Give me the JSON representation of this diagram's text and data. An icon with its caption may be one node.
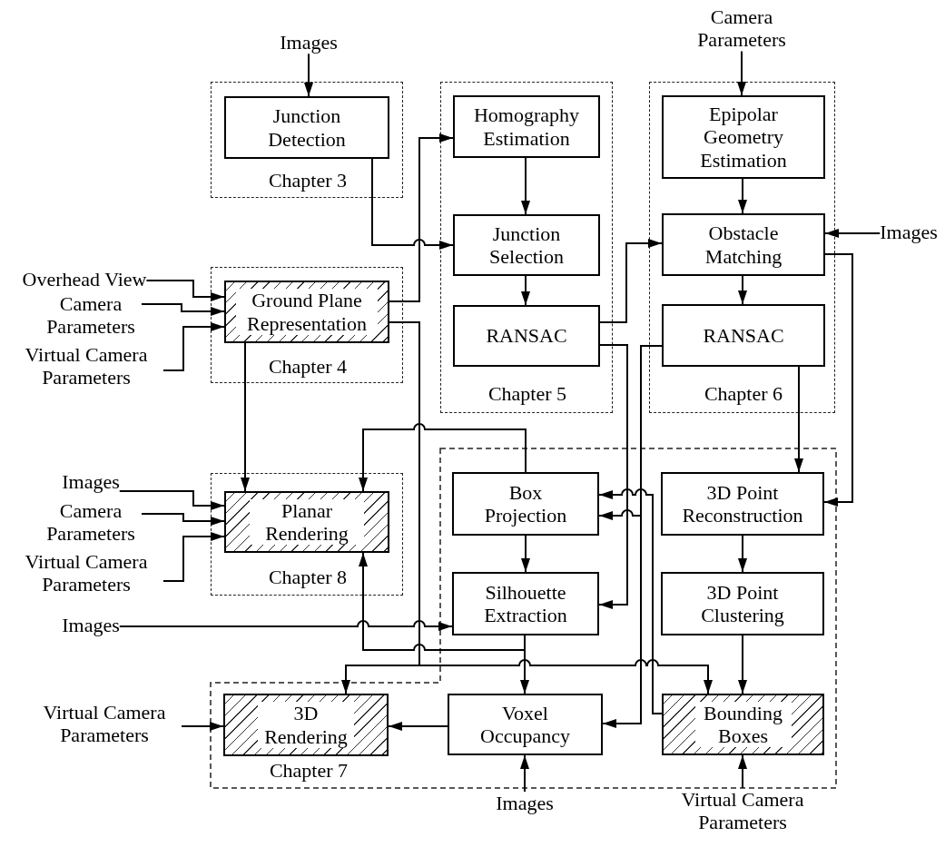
{
  "diagram": {
    "nodes": [
      {
        "text": [
          "Images"
        ]
      },
      {
        "text": [
          "Camera Parameters"
        ]
      },
      {
        "text": [
          "Chapter 3"
        ]
      },
      {
        "text": [
          "Junction Detection"
        ],
        "in": 2
      },
      {
        "text": [
          "Chapter 5"
        ]
      },
      {
        "text": [
          "Homography Estimation"
        ],
        "in": 4
      },
      {
        "text": [
          "Junction Selection"
        ],
        "in": 4
      },
      {
        "text": [
          "RANSAC"
        ],
        "in": 4
      },
      {
        "text": [
          "Chapter 6"
        ]
      },
      {
        "text": [
          "Epipolar Geometry Estimation"
        ],
        "in": 8
      },
      {
        "text": [
          "Obstacle Matching"
        ],
        "in": 8
      },
      {
        "text": [
          "RANSAC"
        ],
        "in": 8
      },
      {
        "text": [
          "Images"
        ]
      },
      {
        "text": [
          "Overhead View"
        ]
      },
      {
        "text": [
          "Camera Parameters"
        ]
      },
      {
        "text": [
          "Virtual Camera Parameters"
        ]
      },
      {
        "text": [
          "Chapter 4"
        ]
      },
      {
        "text": [
          "Ground Plane Representation"
        ],
        "in": 16
      },
      {
        "text": [
          "Images"
        ]
      },
      {
        "text": [
          "Camera Parameters"
        ]
      },
      {
        "text": [
          "Virtual Camera Parameters"
        ]
      },
      {
        "text": [
          "Chapter 8"
        ]
      },
      {
        "text": [
          "Planar Rendering"
        ],
        "in": 21
      },
      {
        "text": [
          "Images"
        ]
      },
      {
        "text": [
          "Chapter 7"
        ]
      },
      {
        "text": [
          "Box Projection"
        ],
        "in": 24
      },
      {
        "text": [
          "3D Point Reconstruction"
        ],
        "in": 24
      },
      {
        "text": [
          "Silhouette Extraction"
        ],
        "in": 24
      },
      {
        "text": [
          "3D Point Clustering"
        ],
        "in": 24
      },
      {
        "text": [
          "Virtual Camera Parameters"
        ]
      },
      {
        "text": [
          "3D Rendering"
        ],
        "in": 24
      },
      {
        "text": [
          "Voxel Occupancy"
        ],
        "in": 24
      },
      {
        "text": [
          "Bounding Boxes"
        ],
        "in": 24
      },
      {
        "text": [
          "Images"
        ]
      },
      {
        "text": [
          "Virtual Camera Parameters"
        ]
      }
    ],
    "edges": [
      {
        "from": 0,
        "to": 3,
        "arrow": "to"
      },
      {
        "from": 1,
        "to": 9,
        "arrow": "to"
      },
      {
        "from": 3,
        "to": 6,
        "arrow": "to"
      },
      {
        "from": 5,
        "to": 6,
        "arrow": "to"
      },
      {
        "from": 6,
        "to": 7,
        "arrow": "to"
      },
      {
        "from": 9,
        "to": 10,
        "arrow": "to"
      },
      {
        "from": 12,
        "to": 10,
        "arrow": "to"
      },
      {
        "from": 10,
        "to": 11,
        "arrow": "to"
      },
      {
        "from": 13,
        "to": 17,
        "arrow": "to"
      },
      {
        "from": 14,
        "to": 17,
        "arrow": "to"
      },
      {
        "from": 15,
        "to": 17,
        "arrow": "to"
      },
      {
        "from": 17,
        "to": 5,
        "arrow": "to"
      },
      {
        "from": 17,
        "to": 30,
        "arrow": "to"
      },
      {
        "from": 17,
        "to": 32,
        "arrow": "to"
      },
      {
        "from": 17,
        "to": 22,
        "arrow": "to"
      },
      {
        "from": 7,
        "to": 10,
        "arrow": "to"
      },
      {
        "from": 7,
        "to": 27,
        "arrow": "to"
      },
      {
        "from": 11,
        "to": 25,
        "arrow": "to"
      },
      {
        "from": 11,
        "to": 31,
        "arrow": "to"
      },
      {
        "from": 10,
        "to": 26,
        "arrow": "to"
      },
      {
        "from": 11,
        "to": 26,
        "arrow": "to"
      },
      {
        "from": 18,
        "to": 22,
        "arrow": "to"
      },
      {
        "from": 19,
        "to": 22,
        "arrow": "to"
      },
      {
        "from": 20,
        "to": 22,
        "arrow": "to"
      },
      {
        "from": 25,
        "to": 22,
        "arrow": "to"
      },
      {
        "from": 27,
        "to": 22,
        "arrow": "to"
      },
      {
        "from": 23,
        "to": 27,
        "arrow": "to"
      },
      {
        "from": 25,
        "to": 27,
        "arrow": "to"
      },
      {
        "from": 27,
        "to": 31,
        "arrow": "to"
      },
      {
        "from": 26,
        "to": 28,
        "arrow": "to"
      },
      {
        "from": 28,
        "to": 32,
        "arrow": "to"
      },
      {
        "from": 32,
        "to": 25,
        "arrow": "to"
      },
      {
        "from": 29,
        "to": 30,
        "arrow": "to"
      },
      {
        "from": 31,
        "to": 30,
        "arrow": "to"
      },
      {
        "from": 33,
        "to": 31,
        "arrow": "to"
      },
      {
        "from": 34,
        "to": 32,
        "arrow": "to"
      }
    ]
  }
}
